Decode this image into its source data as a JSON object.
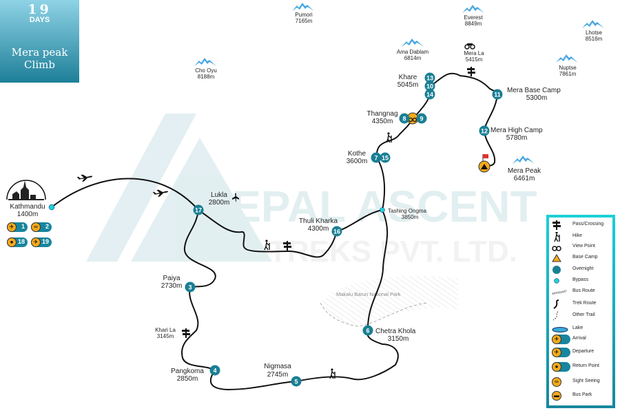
{
  "title": {
    "days_number": "19",
    "days_label": "DAYS",
    "trip_name_line1": "Mera peak",
    "trip_name_line2": "Climb"
  },
  "watermark": {
    "line1": "NEPAL ASCENT",
    "line2": "TREKS PVT. LTD."
  },
  "colors": {
    "overnight": "#1a7f94",
    "bypass": "#1bd0d6",
    "accent": "#f4a91c",
    "route": "#111111",
    "mountain": "#4aa7e0"
  },
  "mountains": [
    {
      "name": "Pumori",
      "alt": "7165m"
    },
    {
      "name": "Everest",
      "alt": "8849m"
    },
    {
      "name": "Lhotse",
      "alt": "8516m"
    },
    {
      "name": "Ama Dablam",
      "alt": "6814m"
    },
    {
      "name": "Cho Oyu",
      "alt": "8188m"
    },
    {
      "name": "Nuptse",
      "alt": "7861m"
    },
    {
      "name": "Mera La",
      "alt": "5415m"
    }
  ],
  "places": {
    "kathmandu": {
      "name": "Kathmandu",
      "alt": "1400m"
    },
    "lukla": {
      "name": "Lukla",
      "alt": "2800m"
    },
    "paiya": {
      "name": "Paiya",
      "alt": "2730m"
    },
    "khari_la": {
      "name": "Khari La",
      "alt": "3145m"
    },
    "pangkoma": {
      "name": "Pangkoma",
      "alt": "2850m"
    },
    "nigmasa": {
      "name": "Nigmasa",
      "alt": "2745m"
    },
    "chetra_khola": {
      "name": "Chetra Khola",
      "alt": "3150m"
    },
    "tashing_ongma": {
      "name": "Tashing Ongma",
      "alt": "3850m"
    },
    "thuli_kharka": {
      "name": "Thuli Kharka",
      "alt": "4300m"
    },
    "kothe": {
      "name": "Kothe",
      "alt": "3600m"
    },
    "thangnag": {
      "name": "Thangnag",
      "alt": "4350m"
    },
    "khare": {
      "name": "Khare",
      "alt": "5045m"
    },
    "mera_base_camp": {
      "name": "Mera Base Camp",
      "alt": "5300m"
    },
    "mera_high_camp": {
      "name": "Mera High Camp",
      "alt": "5780m"
    },
    "mera_peak": {
      "name": "Mera Peak",
      "alt": "6461m"
    }
  },
  "park": "Makalu Barun National Park",
  "stops": [
    "17",
    "3",
    "4",
    "5",
    "6",
    "16",
    "7",
    "15",
    "8",
    "9",
    "13",
    "10",
    "14",
    "11",
    "12"
  ],
  "kathmandu_badges": [
    {
      "icon": "arrival-icon",
      "day": "1"
    },
    {
      "icon": "sightseeing-icon",
      "day": "2"
    },
    {
      "icon": "return-point-icon",
      "day": "18"
    },
    {
      "icon": "departure-icon",
      "day": "19"
    }
  ],
  "legend": [
    {
      "icon": "pass-crossing-icon",
      "label": "Pass/Crossing"
    },
    {
      "icon": "hike-icon",
      "label": "Hike"
    },
    {
      "icon": "view-point-icon",
      "label": "View Point"
    },
    {
      "icon": "base-camp-icon",
      "label": "Base Camp"
    },
    {
      "icon": "overnight-icon",
      "label": "Overnight"
    },
    {
      "icon": "bypass-icon",
      "label": "Bypass"
    },
    {
      "icon": "bus-route-icon",
      "label": "Bus Route"
    },
    {
      "icon": "trek-route-icon",
      "label": "Trek Route"
    },
    {
      "icon": "other-trail-icon",
      "label": "Other Trail"
    },
    {
      "icon": "lake-icon",
      "label": "Lake"
    },
    {
      "icon": "arrival-icon",
      "label": "Arrival"
    },
    {
      "icon": "departure-icon",
      "label": "Departure"
    },
    {
      "icon": "return-point-icon",
      "label": "Return Point"
    },
    {
      "icon": "sightseeing-icon",
      "label": "Sight Seeing"
    },
    {
      "icon": "bus-park-icon",
      "label": "Bus Park"
    }
  ]
}
